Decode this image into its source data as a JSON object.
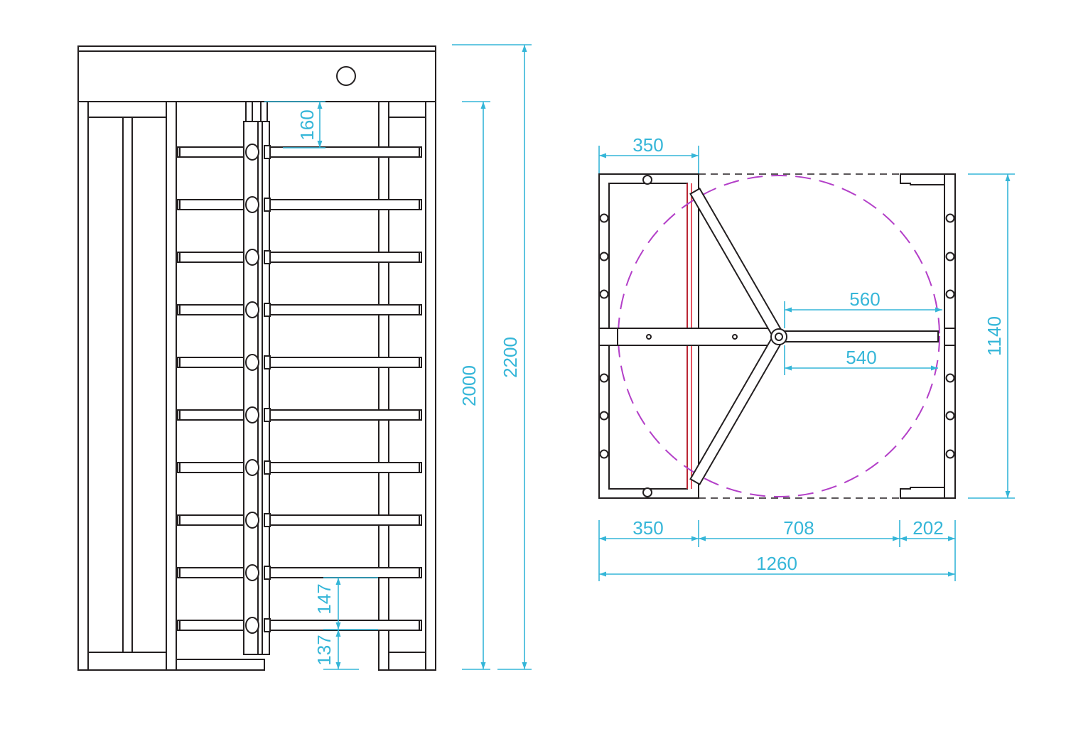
{
  "colors": {
    "ink": "#231f20",
    "dimension": "#35b6d8",
    "sweep_circle": "#b33fc8",
    "edge_line": "#e0283a"
  },
  "front_view": {
    "arm_count": 10,
    "dimensions": {
      "top_gap": "160",
      "arm_spacing": "147",
      "bottom_gap": "137",
      "body_height": "2000",
      "total_height": "2200"
    }
  },
  "plan_view": {
    "dimensions": {
      "top_left_width": "350",
      "arm_length_outer": "560",
      "arm_length_inner": "540",
      "depth": "1140",
      "left_section": "350",
      "passage": "708",
      "right_section": "202",
      "total_width": "1260"
    }
  }
}
